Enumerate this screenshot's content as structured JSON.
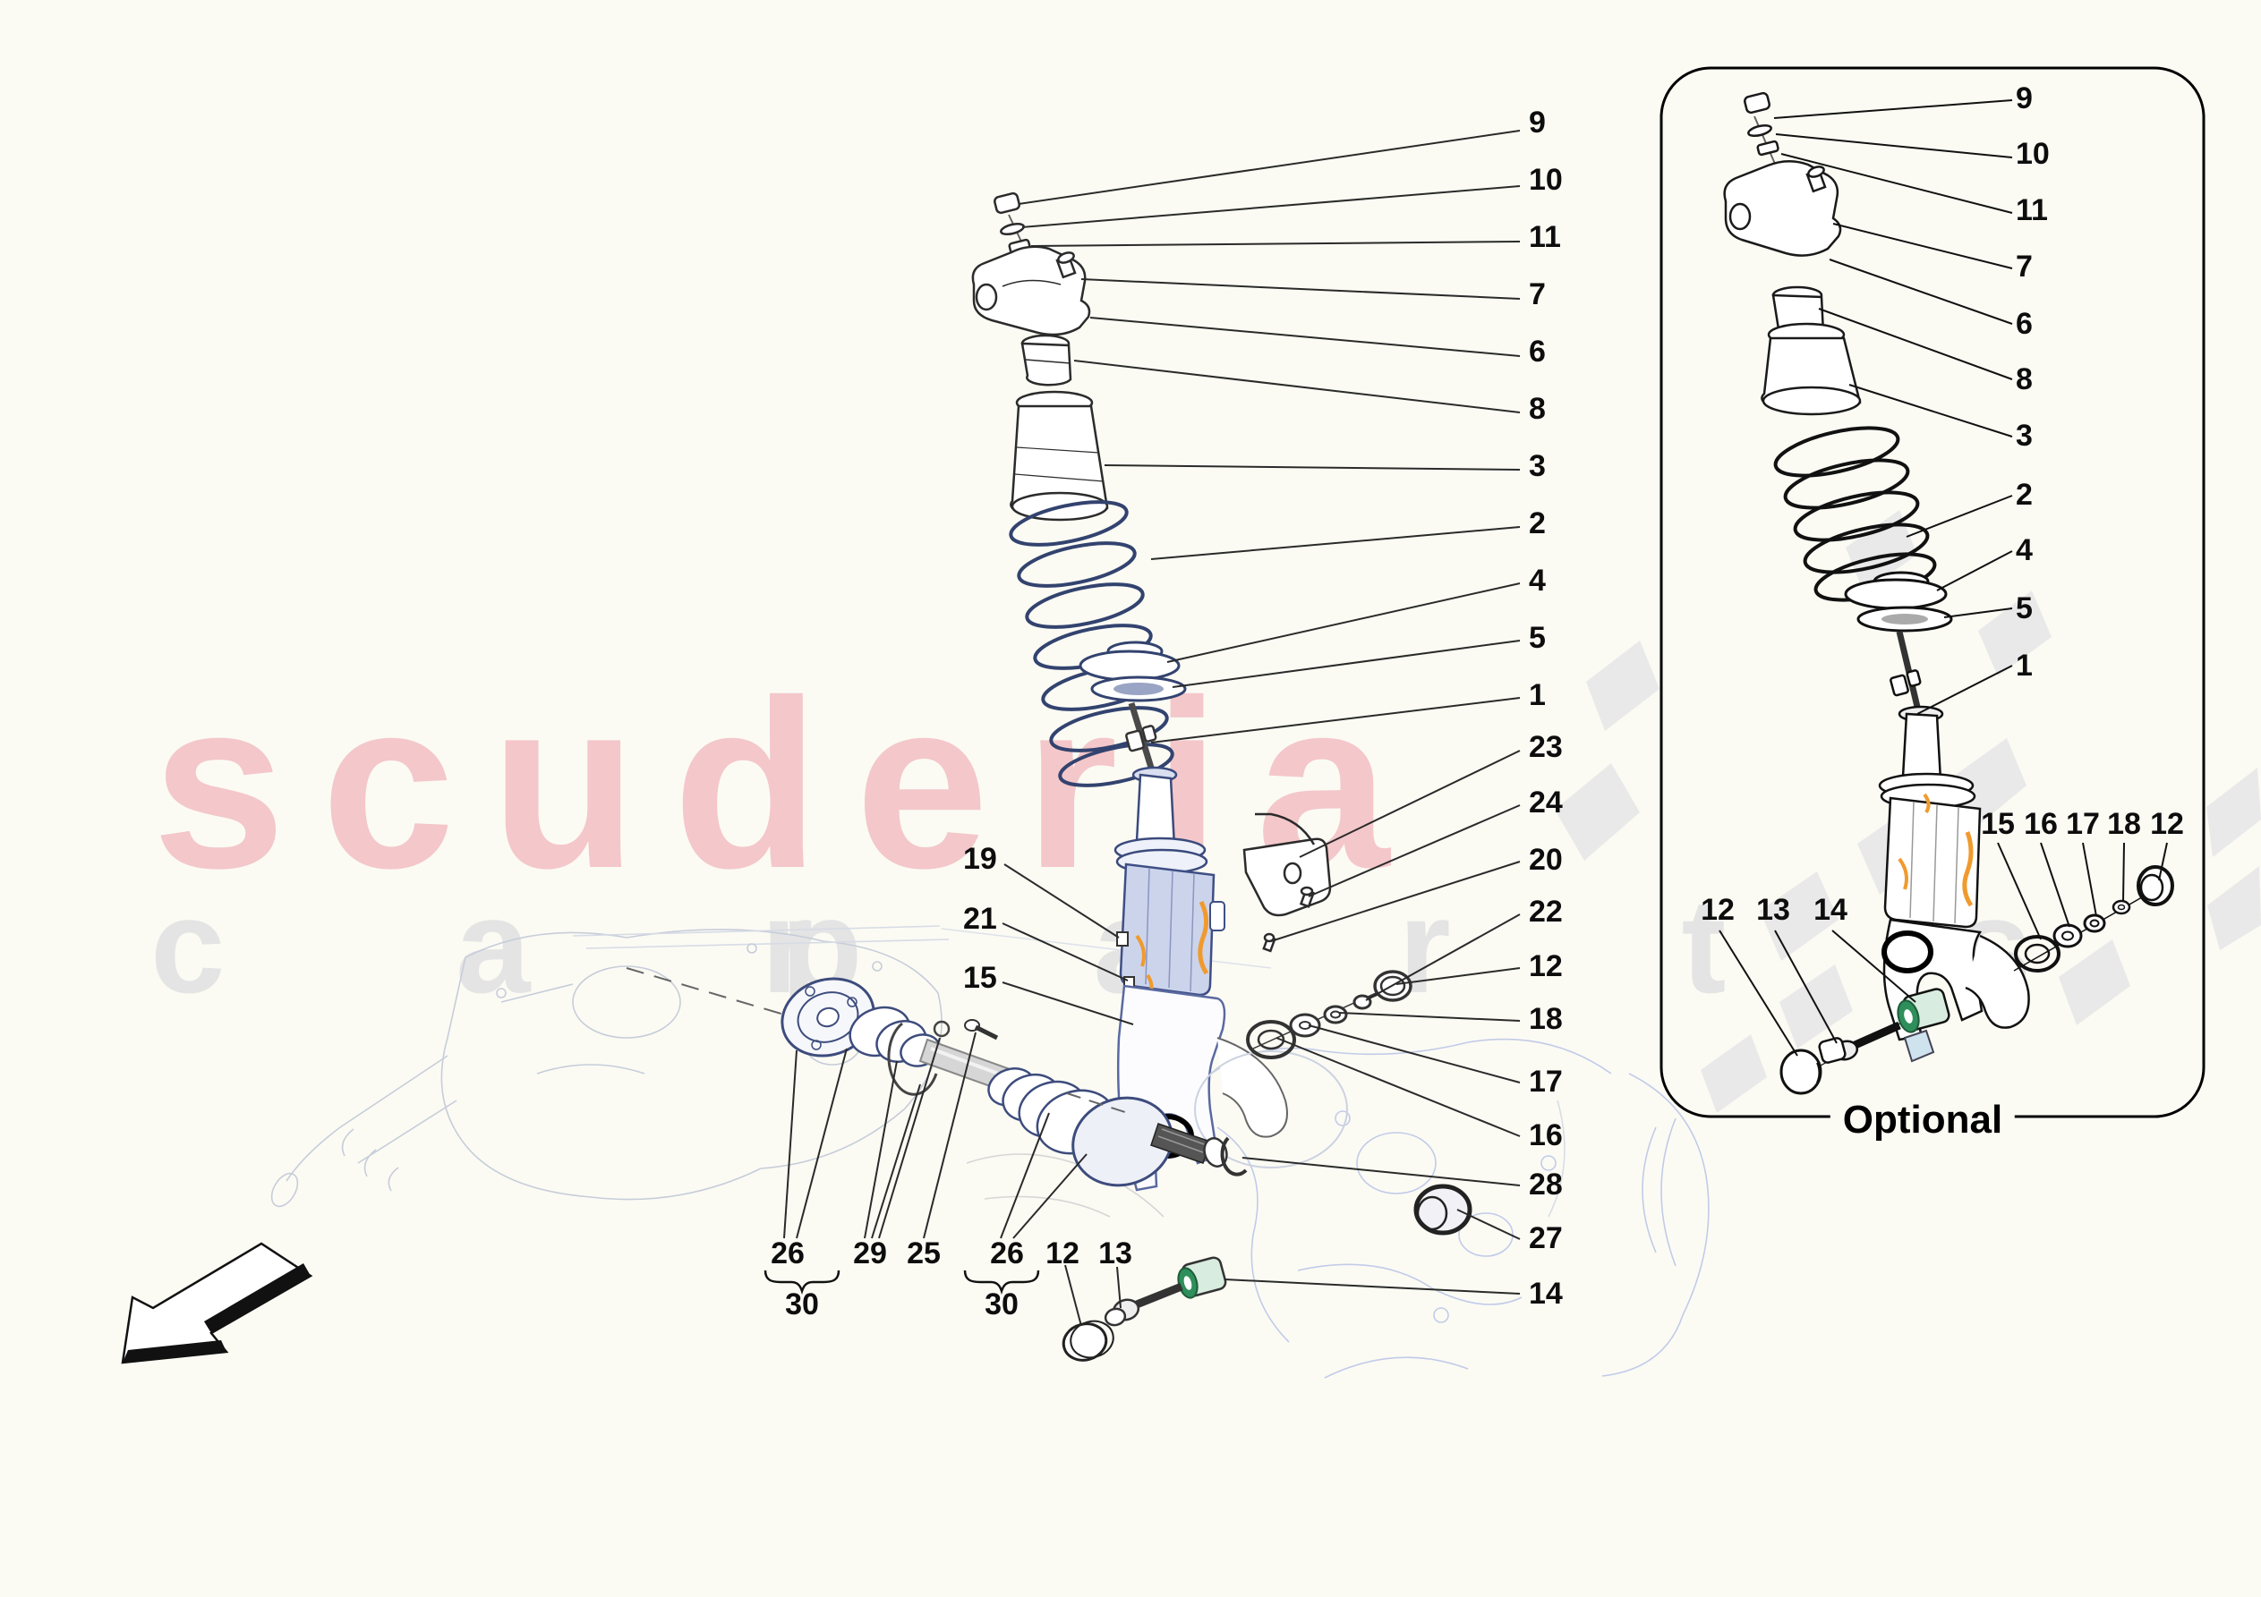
{
  "page": {
    "type": "exploded-parts-diagram",
    "subject": "rear suspension / shock absorber and drive shaft"
  },
  "watermark": {
    "brand": "scuderia",
    "tagline_left": "c a r",
    "tagline_right": "p a r t s",
    "brand_color": "#f4c7ca",
    "tagline_color": "#e4e4e4"
  },
  "optional_box": {
    "label": "Optional"
  },
  "colors": {
    "background": "#fbfbf4",
    "line_black": "#1a1a1a",
    "line_navy": "#3a4a7c",
    "strut_blue_fill": "#ccd4ec",
    "highlight_orange": "#f09a2e",
    "bushing_green": "#2f8f5b",
    "bushing_green_light": "#d8ecdf",
    "clevis_blue": "#cfe3ee",
    "checker_gray": "#e9e9e9",
    "sketch_gray": "#c7cdd9",
    "sketch_blue": "#c2cbe8"
  },
  "callouts": {
    "main_right": [
      "9",
      "10",
      "11",
      "7",
      "6",
      "8",
      "3",
      "2",
      "4",
      "5",
      "1",
      "23",
      "24",
      "20",
      "22",
      "12",
      "18",
      "17",
      "16",
      "28",
      "27",
      "14"
    ],
    "main_left": [
      "19",
      "21",
      "15"
    ],
    "bottom": [
      "26",
      "29",
      "25",
      "26",
      "12",
      "13"
    ],
    "bottom_groups": [
      "30",
      "30"
    ],
    "optional_column": [
      "9",
      "10",
      "11",
      "7",
      "6",
      "8",
      "3",
      "2",
      "4",
      "5",
      "1"
    ],
    "optional_row": [
      "15",
      "16",
      "17",
      "18",
      "12"
    ],
    "optional_left": [
      "12",
      "13",
      "14"
    ]
  }
}
